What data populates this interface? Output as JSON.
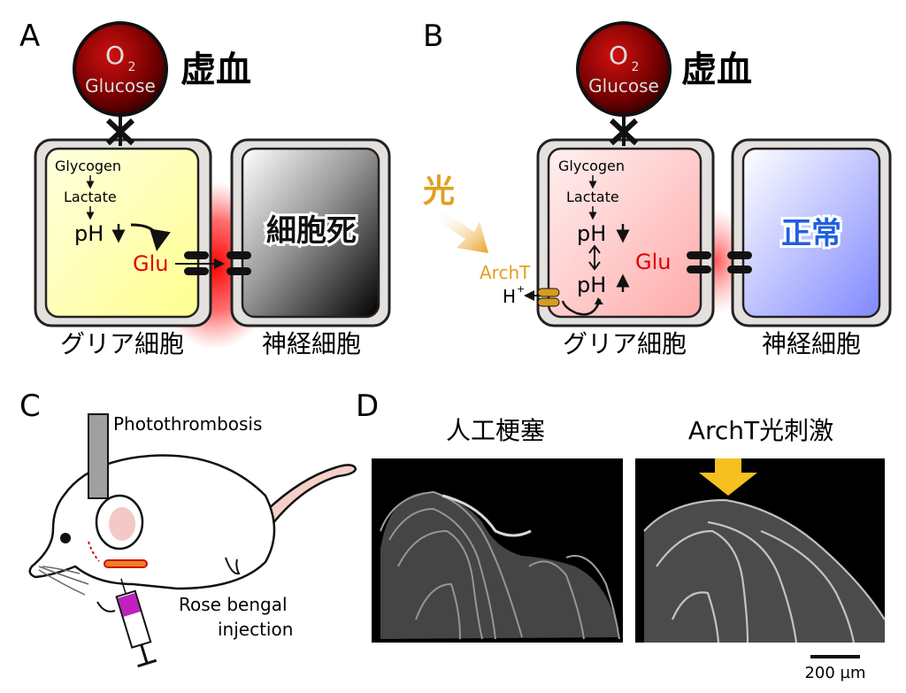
{
  "panel_a": {
    "letter": "A",
    "oxygen": "O",
    "oxygen_sub": "2",
    "glucose": "Glucose",
    "ischemia": "虚血",
    "glycogen": "Glycogen",
    "lactate": "Lactate",
    "ph": "pH",
    "glu": "Glu",
    "neuron_state": "細胞死",
    "glia_label": "グリア細胞",
    "neuron_label": "神経細胞"
  },
  "panel_b": {
    "letter": "B",
    "oxygen": "O",
    "oxygen_sub": "2",
    "glucose": "Glucose",
    "ischemia": "虚血",
    "light": "光",
    "glycogen": "Glycogen",
    "lactate": "Lactate",
    "ph_down": "pH",
    "ph_up": "pH",
    "glu": "Glu",
    "archt": "ArchT",
    "proton": "H",
    "proton_sup": "+",
    "neuron_state": "正常",
    "glia_label": "グリア細胞",
    "neuron_label": "神経細胞"
  },
  "panel_c": {
    "letter": "C",
    "photothrombosis": "Photothrombosis",
    "injection_line1": "Rose bengal",
    "injection_line2": "injection"
  },
  "panel_d": {
    "letter": "D",
    "left_title": "人工梗塞",
    "right_title": "ArchT光刺激",
    "scale_bar": "200 µm"
  },
  "colors": {
    "glia_yellow": "#ffffb0",
    "glia_pink": "#ffcccc",
    "neuron_blue": "#aab0ff",
    "glu_red": "#e00000",
    "light_orange": "#f0a020",
    "normal_blue": "#2060e0"
  }
}
